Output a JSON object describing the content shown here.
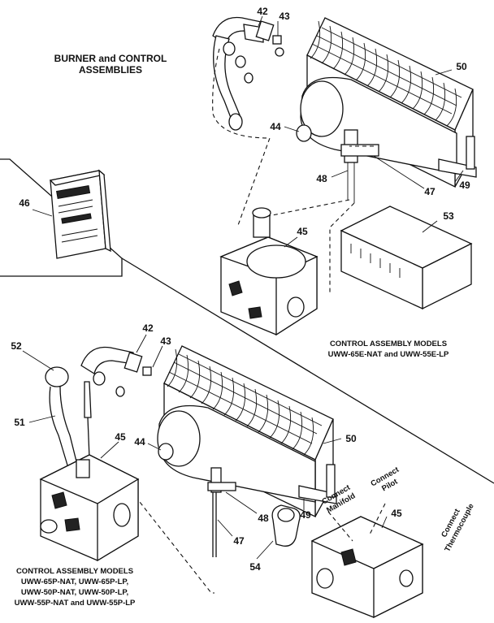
{
  "title": [
    "BURNER and CONTROL",
    "ASSEMBLIES"
  ],
  "callouts": {
    "top": [
      "42",
      "43",
      "50",
      "44",
      "48",
      "47",
      "49",
      "53",
      "46",
      "45"
    ],
    "bottom": [
      "52",
      "42",
      "43",
      "51",
      "45",
      "44",
      "50",
      "48",
      "49",
      "47",
      "54",
      "45"
    ]
  },
  "top_caption": [
    "CONTROL ASSEMBLY MODELS",
    "UWW-65E-NAT and UWW-55E-LP"
  ],
  "bottom_caption": [
    "CONTROL ASSEMBLY MODELS",
    "UWW-65P-NAT, UWW-65P-LP,",
    "UWW-50P-NAT, UWW-50P-LP,",
    "UWW-55P-NAT and UWW-55P-LP"
  ],
  "connect_labels": [
    [
      "Connect",
      "Manifold"
    ],
    [
      "Connect",
      "Pilot"
    ],
    [
      "Connect",
      "Thermocouple"
    ]
  ]
}
